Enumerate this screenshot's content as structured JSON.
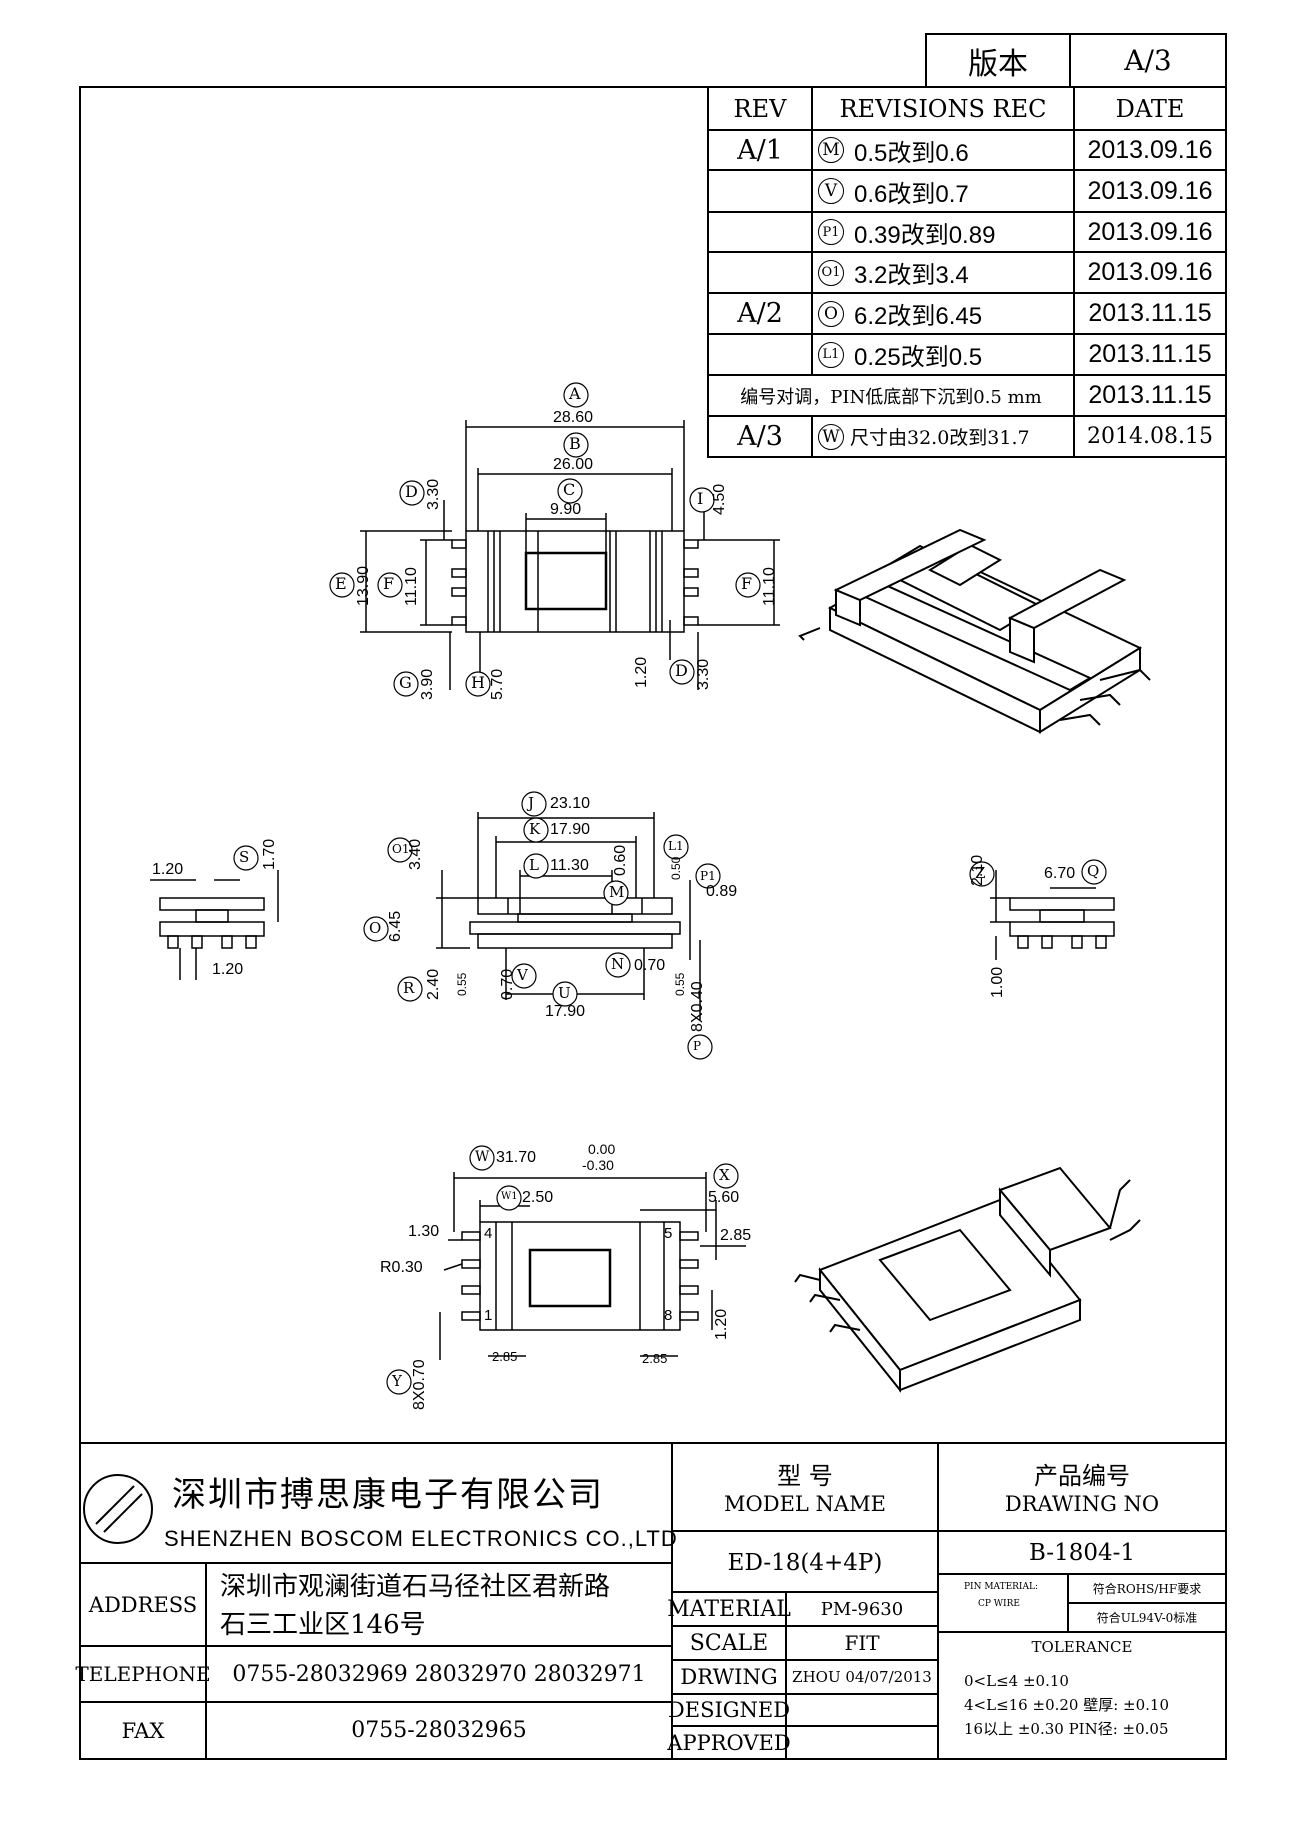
{
  "version_box": {
    "label": "版本",
    "value": "A/3"
  },
  "revisions": {
    "headers": {
      "rev": "REV",
      "rec": "REVISIONS REC",
      "date": "DATE"
    },
    "rows": [
      {
        "rev": "A/1",
        "mark": "M",
        "text": "0.5改到0.6",
        "date": "2013.09.16"
      },
      {
        "rev": "",
        "mark": "V",
        "text": "0.6改到0.7",
        "date": "2013.09.16"
      },
      {
        "rev": "",
        "mark": "P1",
        "text": "0.39改到0.89",
        "date": "2013.09.16"
      },
      {
        "rev": "",
        "mark": "O1",
        "text": "3.2改到3.4",
        "date": "2013.09.16"
      },
      {
        "rev": "A/2",
        "mark": "O",
        "text": "6.2改到6.45",
        "date": "2013.11.15"
      },
      {
        "rev": "",
        "mark": "L1",
        "text": "0.25改到0.5",
        "date": "2013.11.15"
      },
      {
        "rev": "",
        "mark": "",
        "text": "编号对调，PIN低底部下沉到0.5 mm",
        "date": "2013.11.15"
      },
      {
        "rev": "A/3",
        "mark": "W",
        "text": "尺寸由32.0改到31.7",
        "date": "2014.08.15"
      }
    ]
  },
  "top_view": {
    "A_mark": "A",
    "A_val": "28.60",
    "B_mark": "B",
    "B_val": "26.00",
    "C_mark": "C",
    "C_val": "9.90",
    "D_mark": "D",
    "D_val": "3.30",
    "I_mark": "I",
    "I_val": "4.50",
    "E_mark": "E",
    "E_val": "13.90",
    "F_mark": "F",
    "F_val": "11.10",
    "F2_mark": "F",
    "F2_val": "11.10",
    "G_mark": "G",
    "G_val": "3.90",
    "H_mark": "H",
    "H_val": "5.70",
    "pitch_val": "1.20",
    "D2_mark": "D",
    "D2_val": "3.30"
  },
  "front_view": {
    "J_mark": "J",
    "J_val": "23.10",
    "K_mark": "K",
    "K_val": "17.90",
    "L_mark": "L",
    "L_val": "11.30",
    "M_mark": "M",
    "M_val": "0.60",
    "L1_mark": "L1",
    "L1_val": "0.50",
    "P1_mark": "P1",
    "P1_val": "0.89",
    "O1_mark": "O1",
    "O1_val": "3.40",
    "O_mark": "O",
    "O_val": "6.45",
    "R_mark": "R",
    "R_val": "2.40",
    "s055a": "0.55",
    "V_mark": "V",
    "V_val": "0.70",
    "N_mark": "N",
    "N_val": "0.70",
    "s055b": "0.55",
    "U_mark": "U",
    "U_val": "17.90",
    "P_mark": "P",
    "P_val": "8X0.40"
  },
  "left_side": {
    "S_mark": "S",
    "S_val": "1.70",
    "top_val": "1.20",
    "bot_val": "1.20"
  },
  "right_side": {
    "Z_mark": "Z",
    "Z_val": "2.10",
    "Q_mark": "Q",
    "Q_val": "6.70",
    "bot_val": "1.00"
  },
  "bottom_view": {
    "W_mark": "W",
    "W_val": "31.70",
    "W_tol_up": "0.00",
    "W_tol_dn": "-0.30",
    "W1_mark": "W1",
    "W1_val": "2.50",
    "X_mark": "X",
    "X_val": "5.60",
    "d130": "1.30",
    "d285": "2.85",
    "r030": "R0.30",
    "Y_mark": "Y",
    "Y_val": "8X0.70",
    "d120": "1.20",
    "s285a": "2.85",
    "s285b": "2.85",
    "pin4": "4",
    "pin1": "1",
    "pin5": "5",
    "pin8": "8"
  },
  "title_block": {
    "company_cn": "深圳市搏思康电子有限公司",
    "company_en": "SHENZHEN BOSCOM ELECTRONICS CO.,LTD",
    "model_cn": "型    号",
    "model_en": "MODEL NAME",
    "model_value": "ED-18(4+4P)",
    "drawing_cn": "产品编号",
    "drawing_en": "DRAWING NO",
    "drawing_value": "B-1804-1",
    "address_label": "ADDRESS",
    "address_line1": "深圳市观澜街道石马径社区君新路",
    "address_line2": "石三工业区146号",
    "telephone_label": "TELEPHONE",
    "telephone_value": "0755-28032969 28032970 28032971",
    "fax_label": "FAX",
    "fax_value": "0755-28032965",
    "material_label": "MATERIAL",
    "material_value": "PM-9630",
    "scale_label": "SCALE",
    "scale_value": "FIT",
    "drwing_label": "DRWING",
    "drwing_value": "ZHOU 04/07/2013",
    "designed_label": "DESIGNED",
    "approved_label": "APPROVED",
    "pin_material_label": "PIN MATERIAL:",
    "cp_wire": "CP WIRE",
    "rohs": "符合ROHS/HF要求",
    "ul": "符合UL94V-0标准",
    "tolerance_label": "TOLERANCE",
    "tol_line1": "0<L≤4  ±0.10",
    "tol_line2": "4<L≤16 ±0.20  壁厚:  ±0.10",
    "tol_line3": "16以上    ±0.30  PIN径: ±0.05"
  }
}
